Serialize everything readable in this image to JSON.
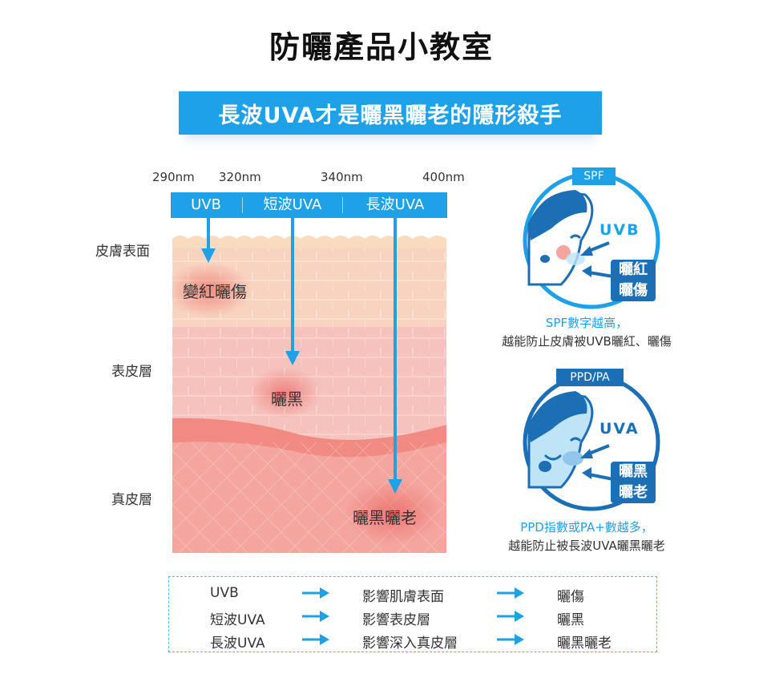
{
  "title": "防曬產品小教室",
  "subtitle": "長波UVA才是曬黑曬老的隱形殺手",
  "wavelengths": [
    "290nm",
    "320nm",
    "340nm",
    "400nm"
  ],
  "bands": [
    "UVB",
    "短波UVA",
    "長波UVA"
  ],
  "layers": [
    "皮膚表面",
    "表皮層",
    "真皮層"
  ],
  "effects": [
    "變紅曬傷",
    "曬黑",
    "曬黑曬老"
  ],
  "spf_panel": {
    "tag": "SPF",
    "ray": "UVB",
    "effect_line1": "曬紅",
    "effect_line2": "曬傷",
    "caption_line1": "SPF數字越高，",
    "caption_line2": "越能防止皮膚被UVB曬紅、曬傷"
  },
  "ppd_panel": {
    "tag": "PPD/PA",
    "ray": "UVA",
    "effect_line1": "曬黑",
    "effect_line2": "曬老",
    "caption_line1": "PPD指數或PA+數越多，",
    "caption_line2": "越能防止被長波UVA曬黑曬老"
  },
  "summary": [
    {
      "ray": "UVB",
      "impact": "影響肌膚表面",
      "result": "曬傷"
    },
    {
      "ray": "短波UVA",
      "impact": "影響表皮層",
      "result": "曬黑"
    },
    {
      "ray": "長波UVA",
      "impact": "影響深入真皮層",
      "result": "曬黑曬老"
    }
  ],
  "colors": {
    "accent": "#1ea1e6",
    "dark_blue": "#1c6fb4",
    "skin_surface": "#f9dcc0",
    "skin_epidermis": "#f6c2bd",
    "skin_dermis": "#f3958f"
  }
}
